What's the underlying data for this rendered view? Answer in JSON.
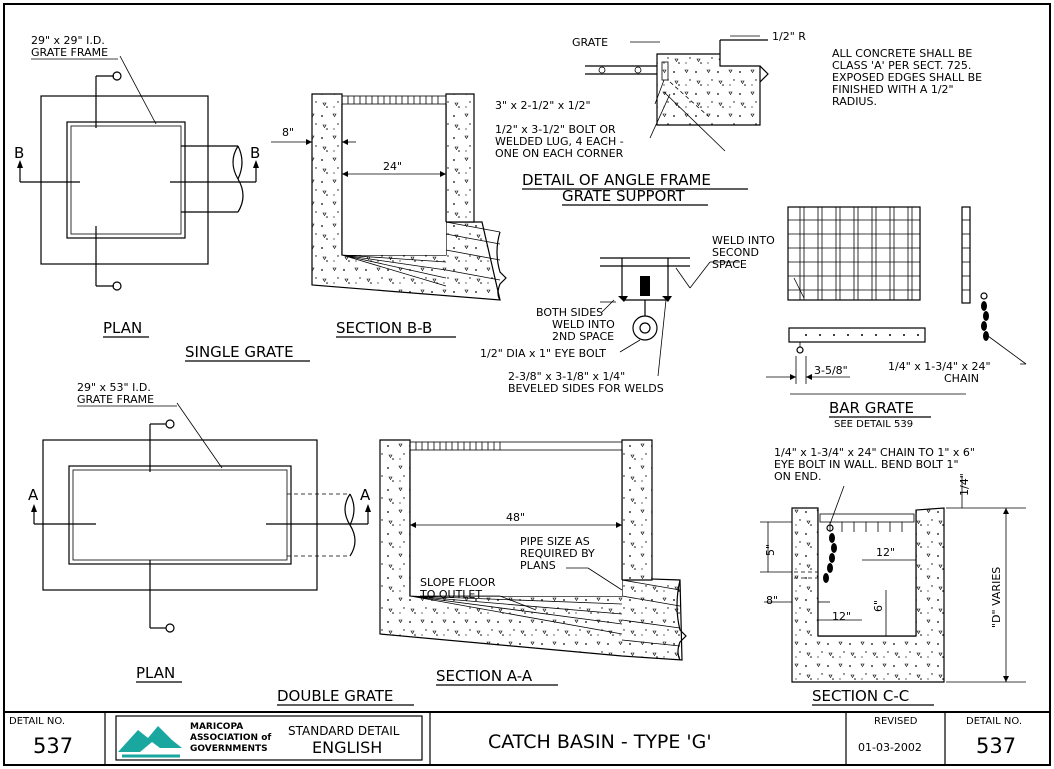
{
  "notes": {
    "frame_single": [
      "29\" x 29\" I.D.",
      "GRATE FRAME"
    ],
    "frame_double": [
      "29\" x 53\" I.D.",
      "GRATE FRAME"
    ],
    "concrete_note": [
      "ALL CONCRETE SHALL BE",
      "CLASS 'A'  PER SECT. 725.",
      "EXPOSED EDGES SHALL BE",
      "FINISHED WITH A 1/2\"",
      "RADIUS."
    ],
    "grate": "GRATE",
    "radius": "1/2\" R",
    "angle": "3\" x 2-1/2\" x 1/2\"",
    "bolt": [
      "1/2\" x 3-1/2\" BOLT OR",
      "WELDED LUG, 4 EACH -",
      "ONE ON EACH CORNER"
    ],
    "weld_second": [
      "WELD INTO",
      "SECOND",
      "SPACE"
    ],
    "both_sides": [
      "BOTH SIDES",
      "WELD INTO",
      "2ND SPACE"
    ],
    "eye_bolt": "1/2\" DIA x 1\" EYE BOLT",
    "beveled": [
      "2-3/8\" x 3-1/8\" x 1/4\"",
      "BEVELED SIDES FOR WELDS"
    ],
    "chain": [
      "1/4\" x 1-3/4\" x 24\"",
      "CHAIN"
    ],
    "see_detail": "SEE DETAIL 539",
    "pipe_size": [
      "PIPE SIZE AS",
      "REQUIRED BY",
      "PLANS"
    ],
    "slope_floor": [
      "SLOPE FLOOR",
      "TO OUTLET"
    ],
    "chain_c": [
      "1/4\" x 1-3/4\" x 24\" CHAIN TO 1\" x 6\"",
      "EYE BOLT IN WALL.  BEND BOLT 1\"",
      "ON END."
    ]
  },
  "dims": {
    "d8": "8\"",
    "d24": "24\"",
    "d48": "48\"",
    "d3_58": "3-5/8\"",
    "d5": "5\"",
    "d12a": "12\"",
    "d12b": "12\"",
    "d6": "6\"",
    "d8c": "8\"",
    "d14": "1/4\"",
    "dvaries": "\"D\" VARIES"
  },
  "section_marks": {
    "b": "B",
    "a": "A"
  },
  "labels": {
    "plan_single": "PLAN",
    "section_bb": "SECTION B-B",
    "single_grate": "SINGLE GRATE",
    "detail_angle_1": "DETAIL OF ANGLE FRAME",
    "detail_angle_2": "GRATE SUPPORT",
    "bar_grate": "BAR GRATE",
    "plan_double": "PLAN",
    "section_aa": "SECTION A-A",
    "double_grate": "DOUBLE GRATE",
    "section_cc": "SECTION C-C"
  },
  "title_block": {
    "detail_no_label": "DETAIL NO.",
    "detail_no": "537",
    "org_line1": "MARICOPA",
    "org_line2": "ASSOCIATION of",
    "org_line3": "GOVERNMENTS",
    "standard_detail": "STANDARD DETAIL",
    "english": "ENGLISH",
    "title": "CATCH BASIN  -  TYPE 'G'",
    "revised_label": "REVISED",
    "revised_date": "01-03-2002",
    "detail_no_label_r": "DETAIL NO.",
    "detail_no_r": "537"
  },
  "colors": {
    "logo": "#1aa7a0"
  }
}
